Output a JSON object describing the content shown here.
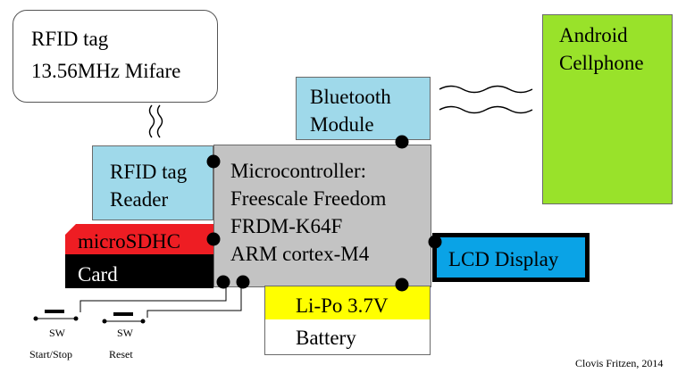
{
  "rfid_tag": {
    "line1": "RFID tag",
    "line2": "13.56MHz Mifare"
  },
  "bluetooth": {
    "line1": "Bluetooth",
    "line2": "Module"
  },
  "android": {
    "line1": "Android",
    "line2": "Cellphone"
  },
  "rfid_reader": {
    "line1": "RFID tag",
    "line2": "Reader"
  },
  "mcu": {
    "line1": "Microcontroller:",
    "line2": "Freescale Freedom",
    "line3": "FRDM-K64F",
    "line4": "ARM cortex-M4"
  },
  "sd": {
    "line1": "microSDHC",
    "line2": "Card"
  },
  "lcd": {
    "label": "LCD Display"
  },
  "battery": {
    "line1": "Li-Po 3.7V",
    "line2": "Battery"
  },
  "switches": [
    {
      "type": "SW",
      "label": "Start/Stop"
    },
    {
      "type": "SW",
      "label": "Reset"
    }
  ],
  "credit": "Clovis Fritzen, 2014",
  "colors": {
    "light_blue": "#9fd9ea",
    "green": "#99e22a",
    "grey": "#c3c3c3",
    "red": "#ee1d23",
    "lcd_blue": "#0aa3e6",
    "yellow": "#ffff00"
  }
}
